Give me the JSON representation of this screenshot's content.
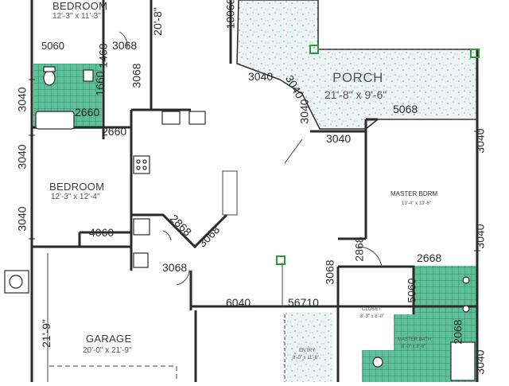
{
  "colors": {
    "wall": "#2b2b2b",
    "tile": "#5fbf9a",
    "tile_grid": "#2f8a6a",
    "porch_fill": "#eef4f4",
    "porch_speckle": "#3aa58a",
    "dim_text": "#2a2a2a",
    "marker": "#2f9a3a"
  },
  "rooms": {
    "bedroom_top": {
      "name": "BEDROOM",
      "size": "12'-3\" x 11'-3\""
    },
    "bedroom_mid": {
      "name": "BEDROOM",
      "size": "12'-3\" x 12'-4\""
    },
    "garage": {
      "name": "GARAGE",
      "size": "20'-0\" x 21'-9\""
    },
    "porch": {
      "name": "PORCH",
      "size": "21'-8\" x 9'-6\""
    },
    "master": {
      "name": "MASTER BDRM",
      "size": "13'-4\" x 13'-6\""
    },
    "closet": {
      "name": "CLOSET",
      "size": "8'-3\" x 8'-0\""
    },
    "master_bath": {
      "name": "MASTER BATH",
      "size": "8'-0\" x 9'-6\""
    },
    "entry": {
      "name": "ENTRY",
      "size": "8'-0\" x 11'-6\""
    }
  },
  "dimensions": {
    "d5060_top": "5060",
    "d1468": "1468",
    "d3068_bath": "3068",
    "d1660": "1660",
    "d2660": "2660",
    "d2660_b": "2660",
    "d3068_hall": "3068",
    "d20_8": "20'-8\"",
    "d10068": "10068",
    "d3040_left1": "3040",
    "d3040_left2": "3040",
    "d3040_left3": "3040",
    "d4060": "4060",
    "d2868": "2868",
    "d3068_kitchen": "3068",
    "d3068_garage": "3068",
    "d21_9": "21'-9\"",
    "d6040": "6040",
    "d56710": "56710",
    "d3040_porch1": "3040",
    "d3040_porch2": "3040",
    "d3040_porch3": "3040",
    "d3040_porch4": "3040",
    "d5068": "5068",
    "d3040_right1": "3040",
    "d3040_right2": "3040",
    "d2868_master": "2868",
    "d3068_master": "3068",
    "d2668": "2668",
    "d5060_bath": "5060",
    "d2068": "2068",
    "d3040_right3": "3040"
  }
}
